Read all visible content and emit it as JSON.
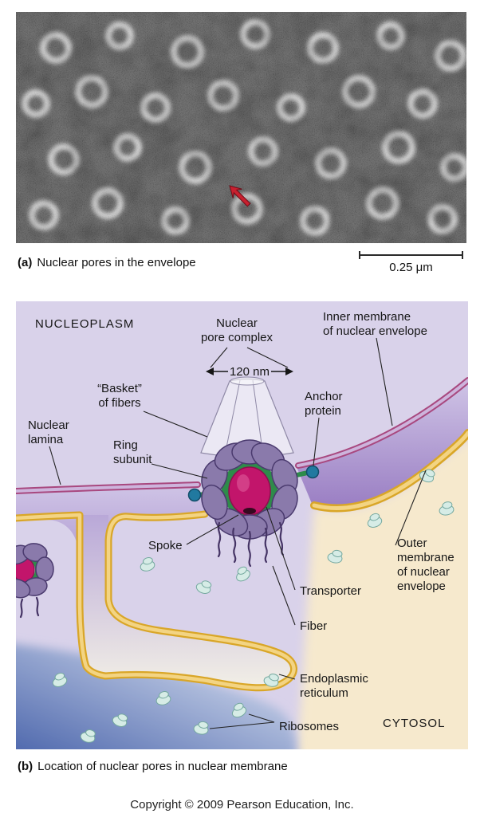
{
  "colors": {
    "membrane_outer_yellow": "#d9a628",
    "membrane_outer_light": "#f3d483",
    "membrane_inner_magenta": "#a8487f",
    "membrane_inner_light": "#cdb4dc",
    "nucleoplasm_lavender": "#d9d2ea",
    "cytosol_cream": "#f6e9cd",
    "er_blue": "#4a64ae",
    "ring_subunit_purple": "#8a7aab",
    "spoke_green": "#2e8b4a",
    "transporter_magenta": "#c2156b",
    "anchor_teal": "#2179a0",
    "ribosome_teal": "#d6ece6",
    "arrow_red": "#c8202f"
  },
  "panel_a": {
    "caption_prefix": "(a)",
    "caption": "Nuclear pores in the envelope",
    "scale_label": "0.25 μm"
  },
  "panel_b": {
    "caption_prefix": "(b)",
    "caption": "Location of nuclear pores in nuclear membrane",
    "region_labels": {
      "nucleoplasm": "NUCLEOPLASM",
      "cytosol": "CYTOSOL"
    },
    "labels": {
      "npc_1": "Nuclear",
      "npc_2": "pore complex",
      "size": "120 nm",
      "inner_1": "Inner membrane",
      "inner_2": "of nuclear envelope",
      "basket_1": "“Basket”",
      "basket_2": "of fibers",
      "anchor_1": "Anchor",
      "anchor_2": "protein",
      "lamina_1": "Nuclear",
      "lamina_2": "lamina",
      "ring_1": "Ring",
      "ring_2": "subunit",
      "spoke": "Spoke",
      "transporter": "Transporter",
      "fiber": "Fiber",
      "outer_1": "Outer",
      "outer_2": "membrane",
      "outer_3": "of nuclear",
      "outer_4": "envelope",
      "er_1": "Endoplasmic",
      "er_2": "reticulum",
      "ribosomes": "Ribosomes"
    }
  },
  "footer": "Copyright © 2009 Pearson Education, Inc."
}
